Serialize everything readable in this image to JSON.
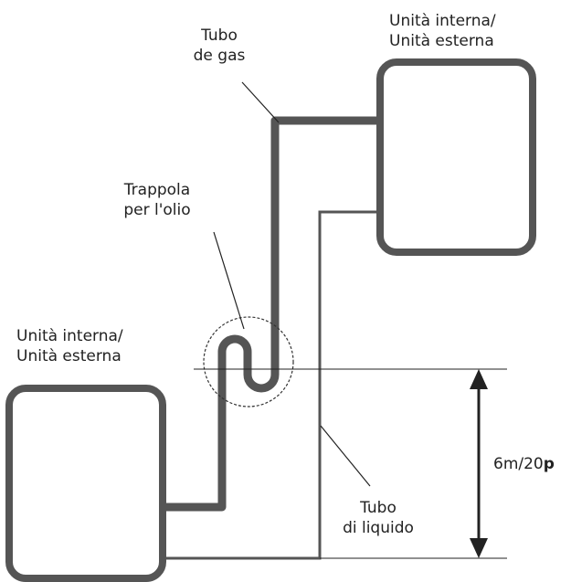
{
  "labels": {
    "upper_unit": [
      "Unità interna/",
      "Unità esterna"
    ],
    "lower_unit": [
      "Unità interna/",
      "Unità esterna"
    ],
    "gas_pipe": [
      "Tubo",
      "de gas"
    ],
    "oil_trap": [
      "Trappola",
      "per l'olio"
    ],
    "liquid_pipe": [
      "Tubo",
      "di liquido"
    ],
    "height_value": "6m/20",
    "height_unit": "p"
  },
  "colors": {
    "pipe": "#555555",
    "unit_border": "#555555",
    "line": "#222222"
  }
}
